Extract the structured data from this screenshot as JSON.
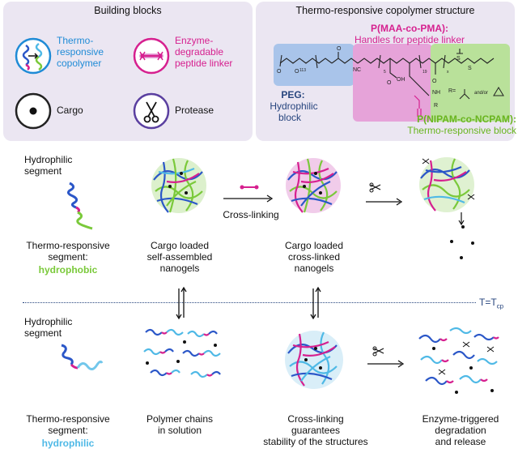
{
  "building_blocks": {
    "title": "Building blocks",
    "copolymer_label": [
      "Thermo-",
      "responsive",
      "copolymer"
    ],
    "linker_label": [
      "Enzyme-",
      "degradable",
      "peptide linker"
    ],
    "cargo_label": "Cargo",
    "protease_label": "Protease"
  },
  "structure": {
    "title": "Thermo-responsive copolymer structure",
    "pma_title": "P(MAA-co-PMA):",
    "pma_sub": "Handles for peptide linker",
    "peg_title": "PEG:",
    "peg_sub1": "Hydrophilic",
    "peg_sub2": "block",
    "nipam_title": "P(NIPAM-co-NCPAM):",
    "nipam_sub": "Thermo-responsive block",
    "n113": "113",
    "n5": "5",
    "n19": "19",
    "nx": "x",
    "oh": "OH",
    "nc": "NC",
    "nh": "NH",
    "r": "R",
    "r_eq": "R=",
    "andor": "and/or"
  },
  "top_row": {
    "hydrophilic_segment": [
      "Hydrophilic",
      "segment"
    ],
    "thermo_segment": [
      "Thermo-responsive",
      "segment:"
    ],
    "hydrophobic": "hydrophobic",
    "self_assembled": [
      "Cargo loaded",
      "self-assembled",
      "nanogels"
    ],
    "cross_linking": "Cross-linking",
    "cross_linked": [
      "Cargo loaded",
      "cross-linked",
      "nanogels"
    ]
  },
  "divider": {
    "label": "T=T",
    "sub": "cp"
  },
  "bottom_row": {
    "hydrophilic_segment": [
      "Hydrophilic",
      "segment"
    ],
    "thermo_segment": [
      "Thermo-responsive",
      "segment:"
    ],
    "hydrophilic": "hydrophilic",
    "polymer_chains": [
      "Polymer chains",
      "in solution"
    ],
    "cross_linking_stability": [
      "Cross-linking",
      "guarantees",
      "stability of the structures"
    ],
    "enzyme_triggered": [
      "Enzyme-triggered",
      "degradation",
      "and release"
    ]
  },
  "colors": {
    "panel_bg": "#ebe6f2",
    "blue": "#2b57c8",
    "cyan": "#4fb9e6",
    "green": "#7ac93a",
    "magenta": "#d6208f",
    "peg_band": "#a9c4ea",
    "pma_band": "#e6a3d9",
    "nipam_band": "#b9e19a"
  },
  "icons": [
    "copolymer-icon",
    "peptide-linker-icon",
    "cargo-icon",
    "scissors-icon",
    "nanogel-icon",
    "arrow-icon"
  ]
}
